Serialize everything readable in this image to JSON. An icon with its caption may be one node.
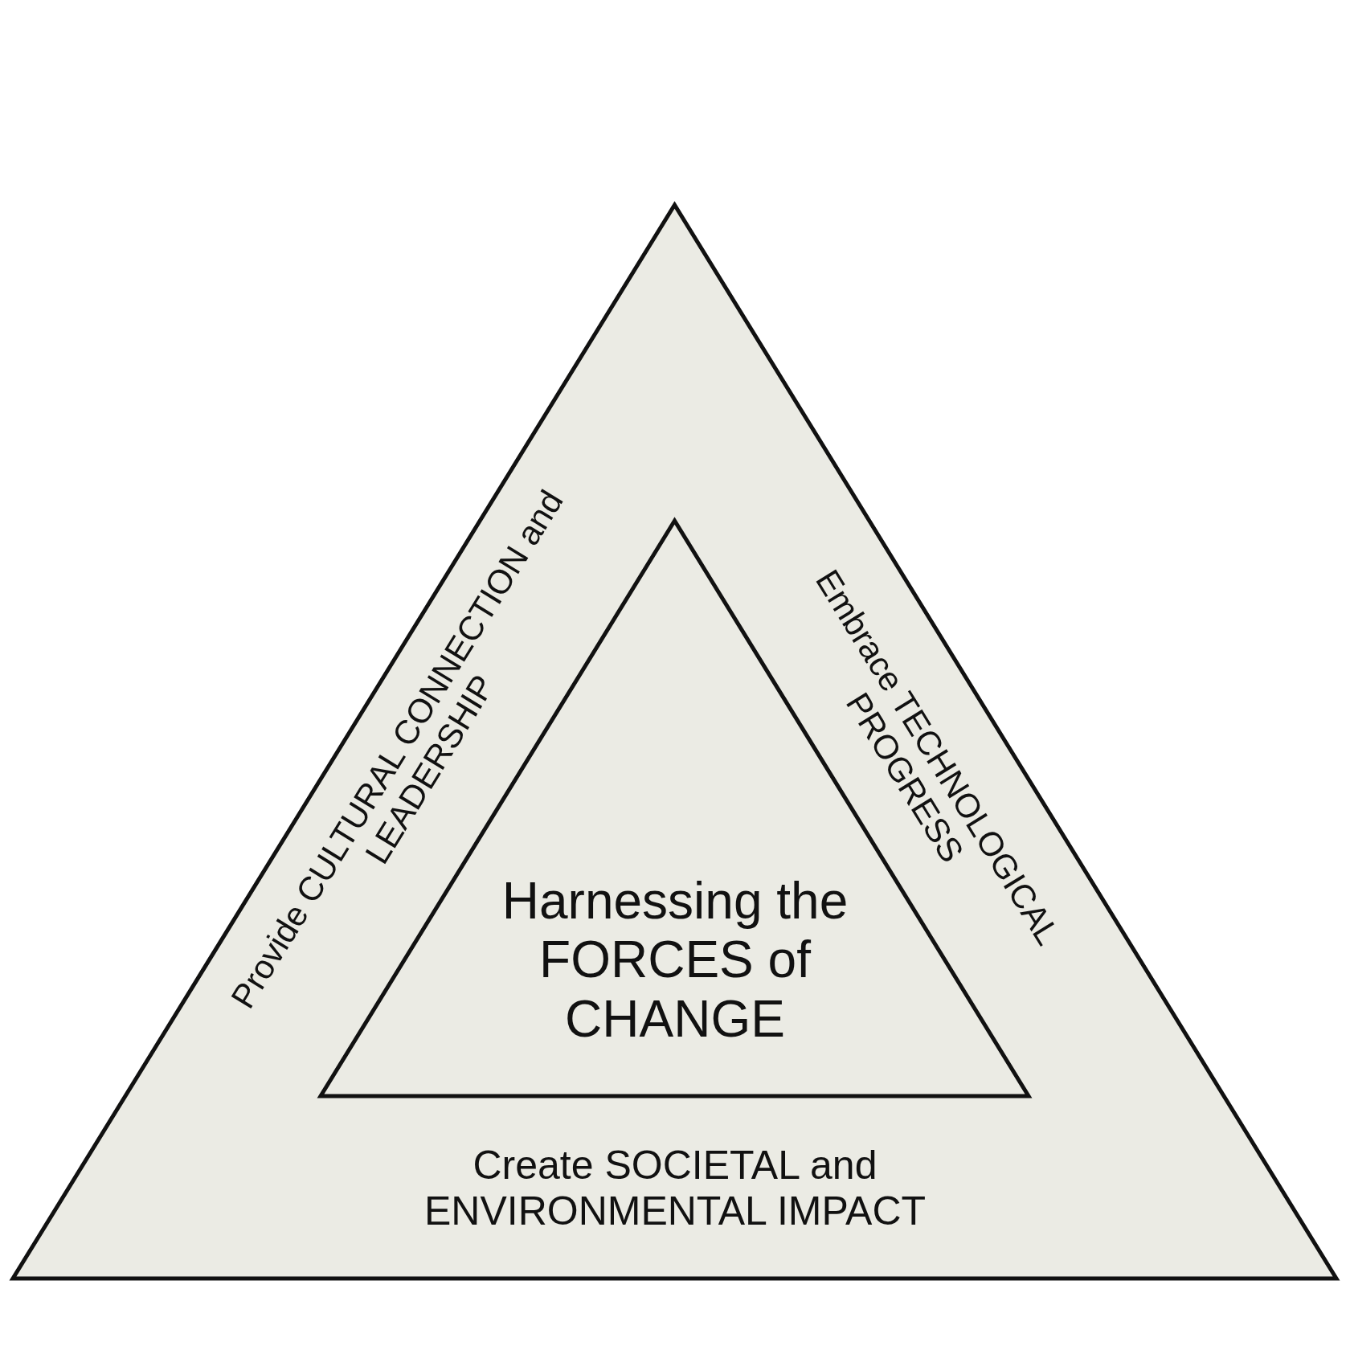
{
  "diagram": {
    "nodes": [
      {
        "text": [
          "Provide CULTURAL CONNECTION and LEADERSHIP",
          "Embrace TECHNOLOGICAL PROGRESS",
          "Create SOCIETAL and ENVIRONMENTAL IMPACT"
        ]
      },
      {
        "text": [
          "Harnessing the FORCES of CHANGE"
        ],
        "in": 0
      }
    ]
  }
}
